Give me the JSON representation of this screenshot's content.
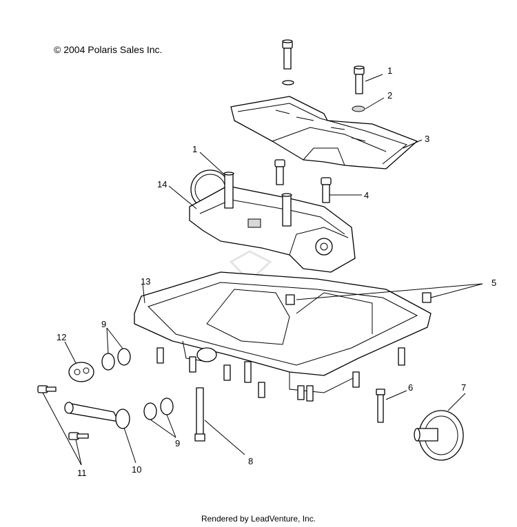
{
  "copyright": "© 2004 Polaris Sales Inc.",
  "footer": "Rendered by LeadVenture, Inc.",
  "callouts": [
    "1",
    "2",
    "3",
    "1",
    "14",
    "4",
    "13",
    "5",
    "9",
    "12",
    "6",
    "7",
    "11",
    "10",
    "9",
    "8"
  ]
}
